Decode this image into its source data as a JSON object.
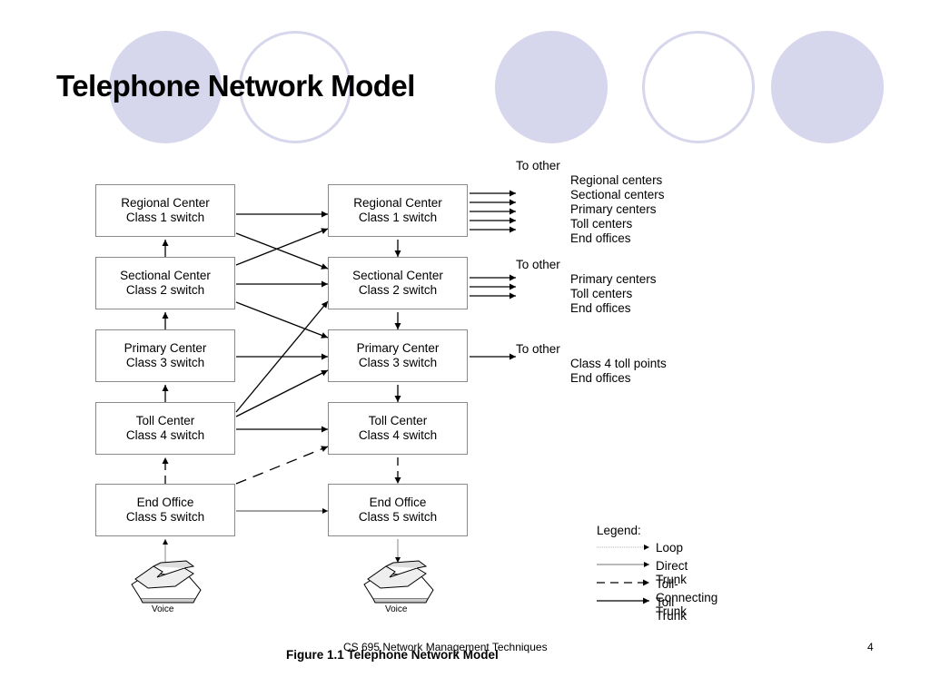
{
  "title": "Telephone Network Model",
  "colors": {
    "circle_fill": "#d6d6ec",
    "line": "#000000",
    "box_border": "#8a8a8a"
  },
  "left_column": [
    {
      "name": "Regional Center",
      "cls": "Class 1 switch"
    },
    {
      "name": "Sectional Center",
      "cls": "Class 2 switch"
    },
    {
      "name": "Primary Center",
      "cls": "Class 3 switch"
    },
    {
      "name": "Toll Center",
      "cls": "Class 4 switch"
    },
    {
      "name": "End Office",
      "cls": "Class 5 switch"
    }
  ],
  "right_column": [
    {
      "name": "Regional Center",
      "cls": "Class 1 switch"
    },
    {
      "name": "Sectional Center",
      "cls": "Class 2 switch"
    },
    {
      "name": "Primary Center",
      "cls": "Class 3 switch"
    },
    {
      "name": "Toll Center",
      "cls": "Class 4 switch"
    },
    {
      "name": "End Office",
      "cls": "Class 5 switch"
    }
  ],
  "notes": [
    {
      "head": "To other",
      "items": [
        "Regional centers",
        "Sectional centers",
        "Primary centers",
        "Toll centers",
        "End offices"
      ]
    },
    {
      "head": "To other",
      "items": [
        "Primary centers",
        "Toll centers",
        "End offices"
      ]
    },
    {
      "head": "To other",
      "items": [
        "Class 4 toll points",
        "End offices"
      ]
    }
  ],
  "voice_left": "Voice",
  "voice_right": "Voice",
  "legend": {
    "title": "Legend:",
    "items": [
      "Loop",
      "Direct Trunk",
      "Toll-Connecting Trunk",
      "Toll Trunk"
    ]
  },
  "figure_caption": "Figure 1.1 Telephone Network Model",
  "footer": "CS 695 Network Management Techniques",
  "page_number": "4"
}
